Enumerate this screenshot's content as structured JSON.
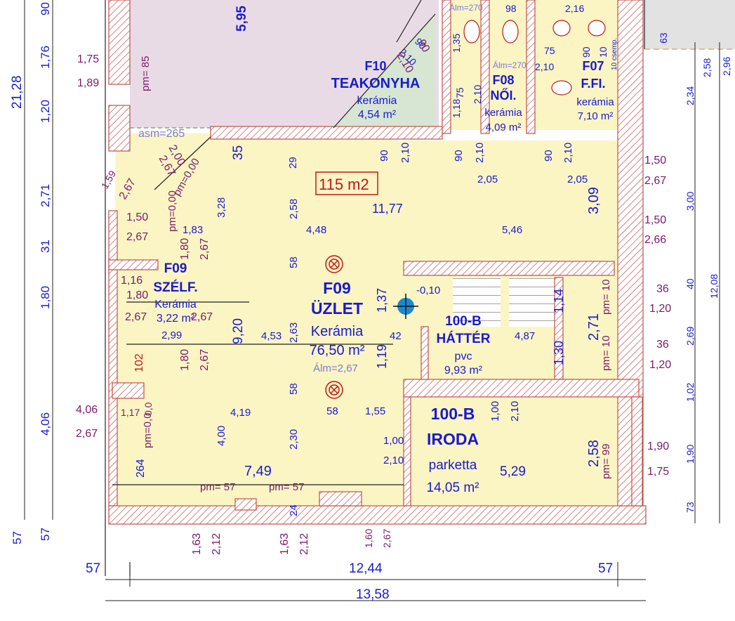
{
  "rooms": {
    "main": {
      "code": "F09",
      "name": "ÜZLET",
      "floor": "Kerámia",
      "area": "76,50 m²",
      "alm": "Álm=2,67"
    },
    "szelf": {
      "code": "F09",
      "name": "SZÉLF.",
      "floor": "Kerámia",
      "area": "3,22 m²"
    },
    "teakonyha": {
      "code": "F10",
      "name": "TEAKONYHA",
      "floor": "kerámia",
      "area": "4,54 m²"
    },
    "noi": {
      "code": "F08",
      "name": "NŐI.",
      "floor": "kerámia",
      "area": "4,09 m²"
    },
    "ffi": {
      "code": "F07",
      "name": "F.FI.",
      "floor": "kerámia",
      "area": "7,10 m²"
    },
    "hatter": {
      "code": "100-B",
      "name": "HÁTTÉR",
      "floor": "pvc",
      "area": "9,93 m²"
    },
    "iroda": {
      "code": "100-B",
      "name": "IRODA",
      "floor": "parketta",
      "area": "14,05 m²"
    }
  },
  "area_box": "115 m2",
  "asm_label": "asm=265",
  "alm_top1": "Álm=270",
  "alm_top2": "Álm=270",
  "bottom_dims": {
    "left": "57",
    "mid": "12,44",
    "right": "57",
    "total": "13,58"
  },
  "left_chain": [
    "90",
    "1,76",
    "1,20",
    "2,71",
    "31",
    "1,80",
    "4,06",
    "57"
  ],
  "left_total": "21,28",
  "left_outer_57": "57",
  "top_dim_595": "5,95",
  "right_chain": [
    "2,58",
    "2,34",
    "3,00",
    "40",
    "2,69",
    "1,02",
    "1,90",
    "73"
  ],
  "right_total": "12,08",
  "right_top_296": "2,96",
  "right_top_63": "63",
  "pm_labels": [
    "pm= 85",
    "pm=0,00",
    "pm=0,00",
    "pm= 10",
    "pm= 10",
    "pm=0,0",
    "pm= 57",
    "pm= 57",
    "pm= 99"
  ],
  "top_labels": {
    "d216": "2,16",
    "d98": "98",
    "d135": "1,35",
    "d75": "75",
    "d210a": "2,10",
    "d90a": "90",
    "d10": "10",
    "d90b": "90",
    "d210b": "2,10",
    "d75b": "75",
    "d118": "1,18",
    "d210c": "2,10",
    "d10csemp": "10 csemp."
  },
  "wall_labels": {
    "w35": "35",
    "w29": "29",
    "w90a": "90",
    "w210a": "2,10",
    "w90b": "90",
    "w210b": "2,10",
    "w90c": "90",
    "w210c": "2,10",
    "w205a": "2,05",
    "w205b": "2,05"
  },
  "mid_labels": {
    "d1177": "11,77",
    "d309": "3,09",
    "d258": "2,58",
    "d328": "3,28",
    "d448": "4,48",
    "d546": "5,46",
    "d183": "1,83",
    "d58a": "58",
    "d137": "1,37",
    "d010": "-0,10",
    "d114": "1,14",
    "d271": "2,71",
    "d453": "4,53",
    "d263": "2,63",
    "d42": "42",
    "d487": "4,87",
    "d119": "1,19",
    "d130": "1,30",
    "d58b": "58",
    "d58c": "58",
    "d155": "1,55",
    "d100a": "1,00",
    "d210d": "2,10",
    "d419": "4,19",
    "d400": "4,00",
    "d230": "2,30",
    "d100b": "1,00",
    "d210e": "2,10",
    "d529": "5,29",
    "d258b": "2,58",
    "d749": "7,49",
    "d24": "24",
    "d920": "9,20",
    "d299": "2,99",
    "d102": "102",
    "d264": "264"
  },
  "purple_pairs": [
    {
      "a": "1,75",
      "b": "1,89"
    },
    {
      "a": "1,50",
      "b": "2,67"
    },
    {
      "a": "1,50",
      "b": "2,66"
    },
    {
      "a": "1,50",
      "b": "2,67"
    },
    {
      "a": "1,16",
      "b": "2,67"
    },
    {
      "a": "1,80",
      "b": "2,67"
    },
    {
      "a": "36",
      "b": "1,20"
    },
    {
      "a": "36",
      "b": "1,20"
    },
    {
      "a": "4,06",
      "b": "2,67"
    },
    {
      "a": "1,90",
      "b": "1,75"
    },
    {
      "a": "1,63",
      "b": "2,12"
    },
    {
      "a": "1,63",
      "b": "2,12"
    },
    {
      "a": "1,60",
      "b": "2,67"
    },
    {
      "a": "1,80",
      "b": "2,67"
    },
    {
      "a": "1,80",
      "b": "2,67"
    },
    {
      "a": "2,00",
      "b": "2,67"
    },
    {
      "a": "2,10",
      "b": "90"
    },
    {
      "a": "1,59",
      "b": "2,67"
    },
    {
      "a": "1,17",
      "b": "0,0"
    }
  ],
  "colors": {
    "floor_fill": "#fbf5c4",
    "kitchen_fill": "#d6e6d2",
    "wall_hatch": "#c0504d",
    "dim_blue": "#1a1ad0",
    "label_purple": "#7a1a6a",
    "area_red": "#c01818",
    "pink_fill": "#e9dbe6",
    "grey_fill": "#e2e2e2",
    "fixture_marker": "#1a8ad0"
  }
}
